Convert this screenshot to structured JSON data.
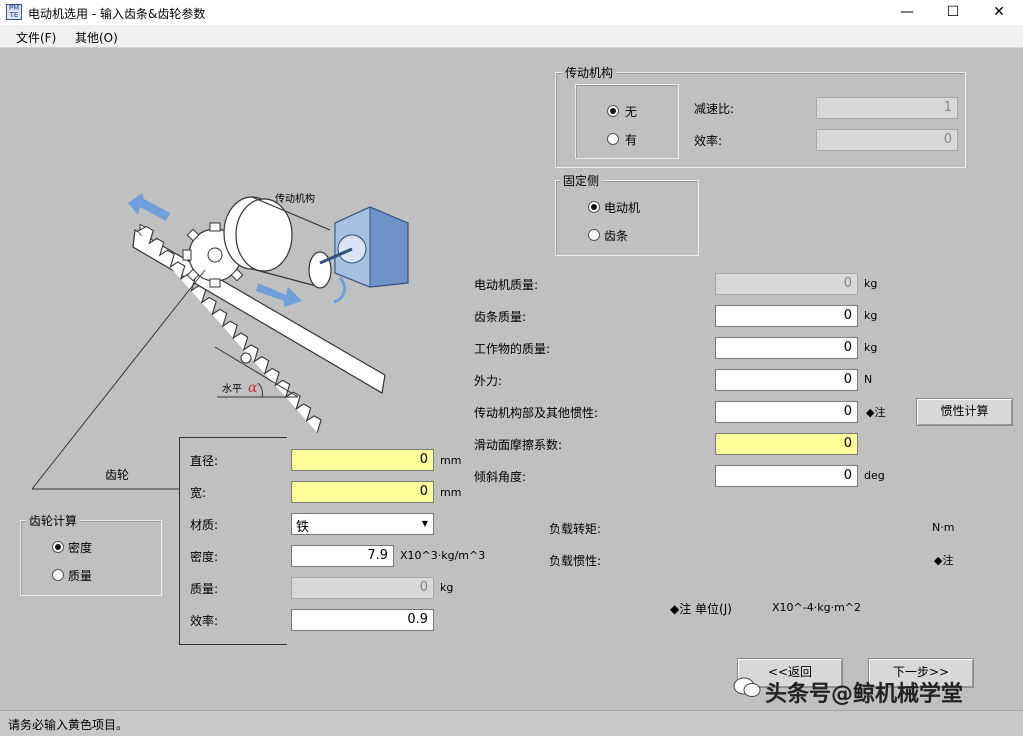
{
  "window": {
    "title": "电动机选用 - 输入齿条&齿轮参数",
    "icon_text": "PM\nTE",
    "minimize": "—",
    "maximize": "☐",
    "close": "✕"
  },
  "menu": [
    "文件(F)",
    "其他(O)"
  ],
  "transmission": {
    "title": "传动机构",
    "options": [
      {
        "label": "无",
        "selected": true
      },
      {
        "label": "有",
        "selected": false
      }
    ],
    "ratio_label": "减速比:",
    "ratio_value": "1",
    "efficiency_label": "效率:",
    "efficiency_value": "0"
  },
  "fixed_side": {
    "title": "固定侧",
    "options": [
      {
        "label": "电动机",
        "selected": true
      },
      {
        "label": "齿条",
        "selected": false
      }
    ]
  },
  "illustration": {
    "mechanism_label": "传动机构",
    "gear_label": "齿轮",
    "horizontal_label": "水平",
    "alpha_symbol": "α"
  },
  "params": {
    "motor_mass": {
      "label": "电动机质量:",
      "value": "0",
      "unit": "kg"
    },
    "rack_mass": {
      "label": "齿条质量:",
      "value": "0",
      "unit": "kg"
    },
    "work_mass": {
      "label": "工作物的质量:",
      "value": "0",
      "unit": "kg"
    },
    "external_force": {
      "label": "外力:",
      "value": "0",
      "unit": "N"
    },
    "inertia": {
      "label": "传动机构部及其他惯性:",
      "value": "0",
      "unit": "◆注"
    },
    "friction": {
      "label": "滑动面摩擦系数:",
      "value": "0"
    },
    "tilt_angle": {
      "label": "倾斜角度:",
      "value": "0",
      "unit": "deg"
    }
  },
  "inertia_button": "惯性计算",
  "gear": {
    "diameter": {
      "label": "直径:",
      "value": "0",
      "unit": "mm"
    },
    "width": {
      "label": "宽:",
      "value": "0",
      "unit": "mm"
    },
    "material": {
      "label": "材质:",
      "value": "铁"
    },
    "density": {
      "label": "密度:",
      "value": "7.9",
      "unit": "X10^3·kg/m^3"
    },
    "mass": {
      "label": "质量:",
      "value": "0",
      "unit": "kg"
    },
    "efficiency": {
      "label": "效率:",
      "value": "0.9"
    }
  },
  "gear_calc": {
    "title": "齿轮计算",
    "options": [
      {
        "label": "密度",
        "selected": true
      },
      {
        "label": "质量",
        "selected": false
      }
    ]
  },
  "results": {
    "torque_label": "负载转矩:",
    "torque_unit": "N·m",
    "inertia_label": "负载惯性:",
    "inertia_unit": "◆注",
    "note_label": "◆注  单位(J)",
    "note_unit": "X10^-4·kg·m^2"
  },
  "nav": {
    "back": "<<返回",
    "next": "下一步>>"
  },
  "watermark": "头条号@鲸机械学堂",
  "status": "请务必输入黄色项目。",
  "colors": {
    "required_field": "#ffff99",
    "arrow": "#6fa0dc"
  }
}
